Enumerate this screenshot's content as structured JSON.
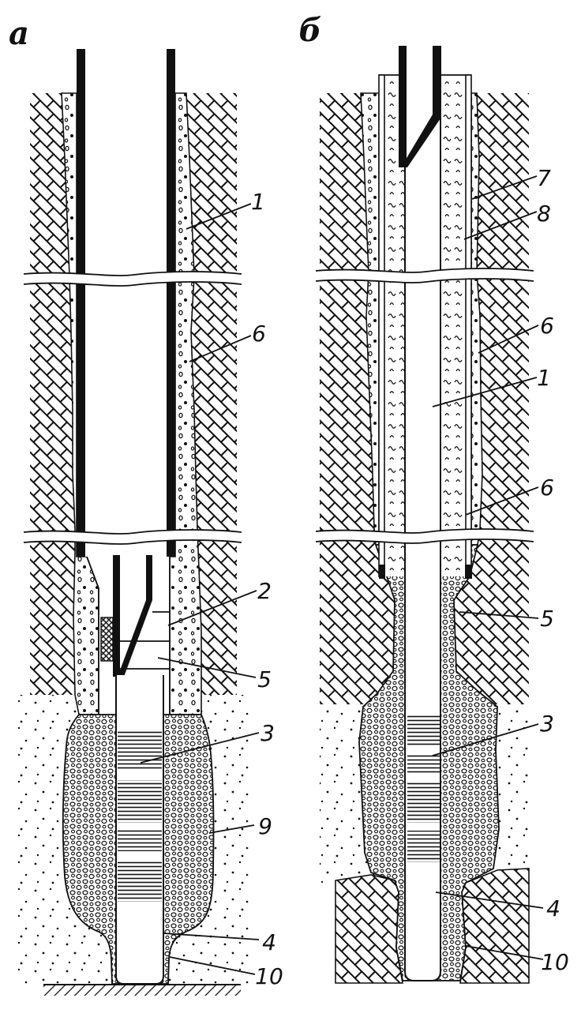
{
  "panels": [
    {
      "label": "а",
      "callouts": [
        "1",
        "6",
        "2",
        "5",
        "3",
        "9",
        "4",
        "10"
      ]
    },
    {
      "label": "б",
      "callouts": [
        "7",
        "8",
        "6",
        "1",
        "6",
        "5",
        "3",
        "4",
        "10"
      ]
    }
  ],
  "colors": {
    "ink": "#111111",
    "paper": "#ffffff"
  }
}
